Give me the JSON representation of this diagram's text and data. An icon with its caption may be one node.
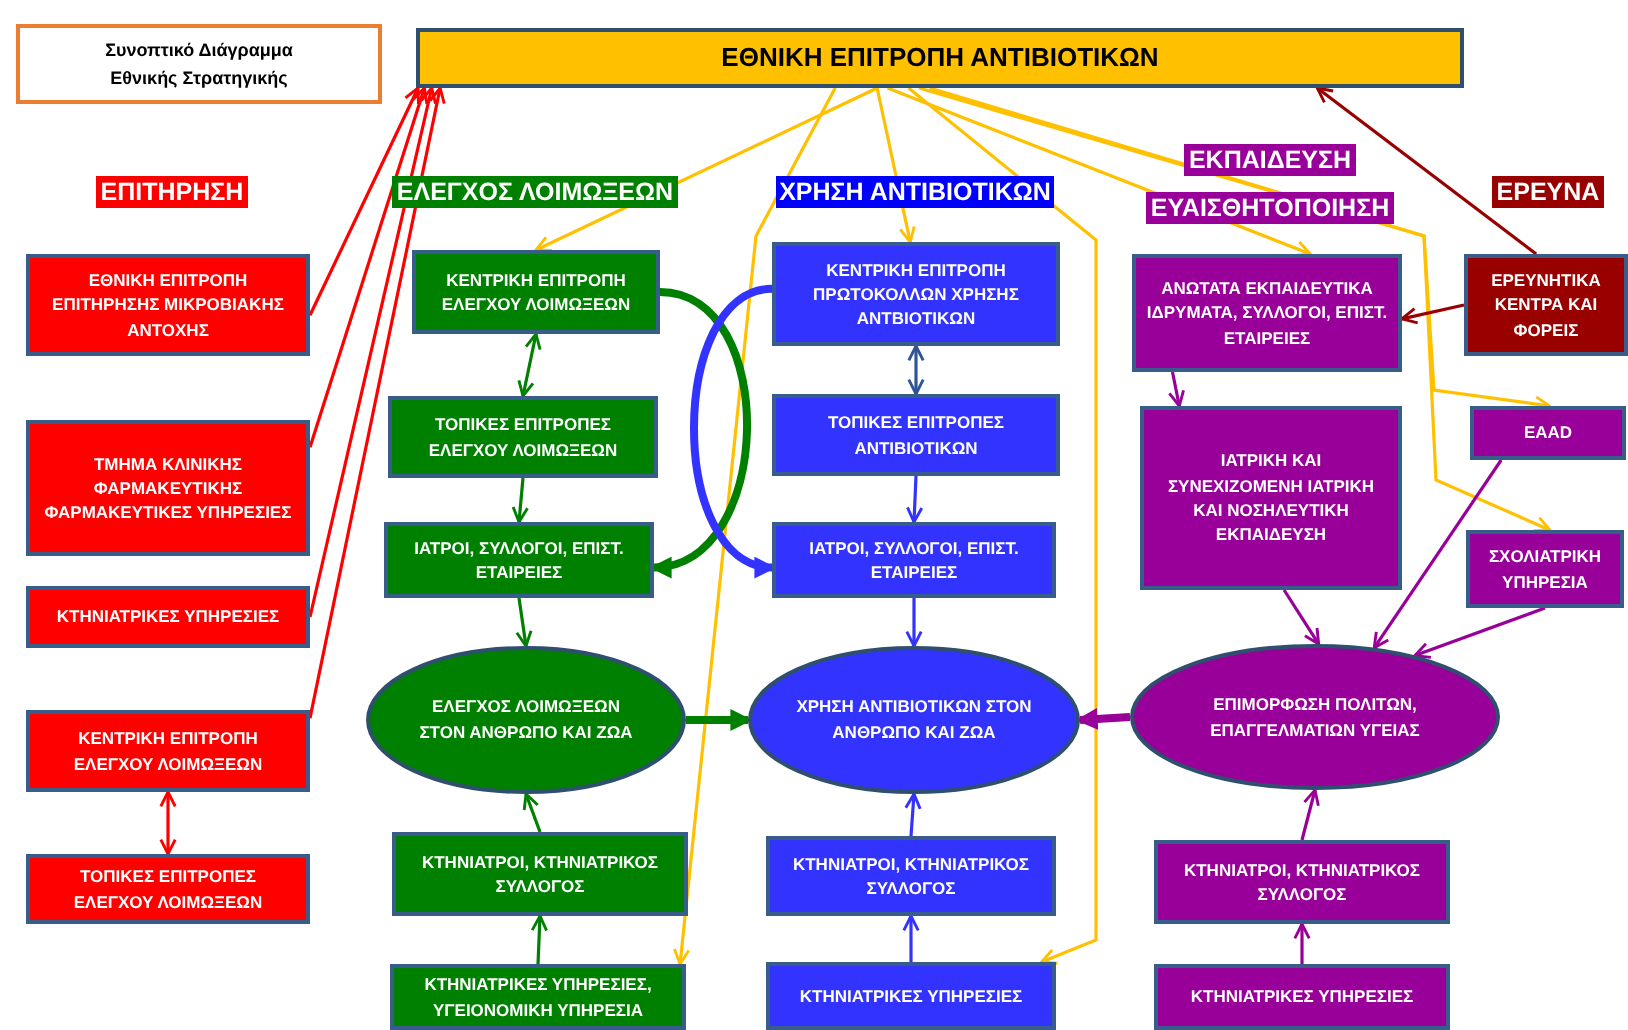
{
  "diagram": {
    "nodes": [
      {
        "text": [
          "Συνοπτικό Διάγραμμα Εθνικής Στρατηγικής"
        ]
      },
      {
        "text": [
          "ΕΘΝΙΚΗ ΕΠΙΤΡΟΠΗ ΑΝΤΙΒΙΟΤΙΚΩΝ"
        ]
      },
      {
        "text": [
          "ΕΘΝΙΚΗ ΕΠΙΤΡΟΠΗ ΕΠΙΤΗΡΗΣΗΣ ΜΙΚΡΟΒΙΑΚΗΣ ΑΝΤΟΧΗΣ"
        ]
      },
      {
        "text": [
          "ΤΜΗΜΑ ΚΛΙΝΙΚΗΣ ΦΑΡΜΑΚΕΥΤΙΚΗΣ ΦΑΡΜΑΚΕΥΤΙΚΕΣ ΥΠΗΡΕΣΙΕΣ"
        ]
      },
      {
        "text": [
          "ΚΤΗΝΙΑΤΡΙΚΕΣ ΥΠΗΡΕΣΙΕΣ"
        ]
      },
      {
        "text": [
          "ΚΕΝΤΡΙΚΗ ΕΠΙΤΡΟΠΗ ΕΛΕΓΧΟΥ ΛΟΙΜΩΞΕΩΝ"
        ]
      },
      {
        "text": [
          "ΤΟΠΙΚΕΣ ΕΠΙΤΡΟΠΕΣ ΕΛΕΓΧΟΥ ΛΟΙΜΩΞΕΩΝ"
        ]
      },
      {
        "text": [
          "ΚΕΝΤΡΙΚΗ ΕΠΙΤΡΟΠΗ ΕΛΕΓΧΟΥ ΛΟΙΜΩΞΕΩΝ"
        ]
      },
      {
        "text": [
          "ΤΟΠΙΚΕΣ ΕΠΙΤΡΟΠΕΣ ΕΛΕΓΧΟΥ ΛΟΙΜΩΞΕΩΝ"
        ]
      },
      {
        "text": [
          "ΙΑΤΡΟΙ, ΣΥΛΛΟΓΟΙ, ΕΠΙΣΤ. ΕΤΑΙΡΕΙΕΣ"
        ]
      },
      {
        "text": [
          "ΕΛΕΓΧΟΣ ΛΟΙΜΩΞΕΩΝ ΣΤΟΝ ΑΝΘΡΩΠΟ ΚΑΙ ΖΩΑ"
        ]
      },
      {
        "text": [
          "ΚΤΗΝΙΑΤΡΟΙ, ΚΤΗΝΙΑΤΡΙΚΟΣ ΣΥΛΛΟΓΟΣ"
        ]
      },
      {
        "text": [
          "ΚΤΗΝΙΑΤΡΙΚΕΣ ΥΠΗΡΕΣΙΕΣ, ΥΓΕΙΟΝΟΜΙΚΗ ΥΠΗΡΕΣΙΑ"
        ]
      },
      {
        "text": [
          "ΚΕΝΤΡΙΚΗ ΕΠΙΤΡΟΠΗ ΠΡΩΤΟΚΟΛΛΩΝ ΧΡΗΣΗΣ ΑΝΤΒΙΟΤΙΚΩΝ"
        ]
      },
      {
        "text": [
          "ΤΟΠΙΚΕΣ ΕΠΙΤΡΟΠΕΣ ΑΝΤΙΒΙΟΤΙΚΩΝ"
        ]
      },
      {
        "text": [
          "ΙΑΤΡΟΙ, ΣΥΛΛΟΓΟΙ, ΕΠΙΣΤ. ΕΤΑΙΡΕΙΕΣ"
        ]
      },
      {
        "text": [
          "ΧΡΗΣΗ ΑΝΤΙΒΙΟΤΙΚΩΝ ΣΤΟΝ ΑΝΘΡΩΠΟ ΚΑΙ ΖΩΑ"
        ]
      },
      {
        "text": [
          "ΚΤΗΝΙΑΤΡΟΙ, ΚΤΗΝΙΑΤΡΙΚΟΣ ΣΥΛΛΟΓΟΣ"
        ]
      },
      {
        "text": [
          "ΚΤΗΝΙΑΤΡΙΚΕΣ ΥΠΗΡΕΣΙΕΣ"
        ]
      },
      {
        "text": [
          "ΑΝΩΤΑΤΑ ΕΚΠΑΙΔΕΥΤΙΚΑ ΙΔΡΥΜΑΤΑ, ΣΥΛΛΟΓΟΙ, ΕΠΙΣΤ. ΕΤΑΙΡΕΙΕΣ"
        ]
      },
      {
        "text": [
          "ΙΑΤΡΙΚΗ ΚΑΙ ΣΥΝΕΧΙΖΟΜΕΝΗ ΙΑΤΡΙΚΗ ΚΑΙ ΝΟΣΗΛΕΥΤΙΚΗ ΕΚΠΑΙΔΕΥΣΗ"
        ]
      },
      {
        "text": [
          "ΕΑΑD"
        ]
      },
      {
        "text": [
          "ΣΧΟΛΙΑΤΡΙΚΗ ΥΠΗΡΕΣΙΑ"
        ]
      },
      {
        "text": [
          "ΕΠΙΜΟΡΦΩΣΗ ΠΟΛΙΤΩΝ, ΕΠΑΓΓΕΛΜΑΤΙΩΝ ΥΓΕΙΑΣ"
        ]
      },
      {
        "text": [
          "ΚΤΗΝΙΑΤΡΟΙ, ΚΤΗΝΙΑΤΡΙΚΟΣ ΣΥΛΛΟΓΟΣ"
        ]
      },
      {
        "text": [
          "ΚΤΗΝΙΑΤΡΙΚΕΣ ΥΠΗΡΕΣΙΕΣ"
        ]
      },
      {
        "text": [
          "ΕΡΕΥΝΗΤΙΚΑ ΚΕΝΤΡΑ ΚΑΙ ΦΟΡΕΙΣ"
        ]
      }
    ],
    "edges": [
      {
        "from": 2,
        "to": 1,
        "arrow": "to",
        "color": "#ff0000"
      },
      {
        "from": 3,
        "to": 1,
        "arrow": "to",
        "color": "#ff0000"
      },
      {
        "from": 4,
        "to": 1,
        "arrow": "to",
        "color": "#ff0000"
      },
      {
        "from": 5,
        "to": 1,
        "arrow": "to",
        "color": "#ff0000"
      },
      {
        "from": 5,
        "to": 6,
        "arrow": "both",
        "color": "#ff0000"
      },
      {
        "from": 1,
        "to": 7,
        "arrow": "to",
        "color": "#ffc000"
      },
      {
        "from": 1,
        "to": 13,
        "arrow": "to",
        "color": "#ffc000"
      },
      {
        "from": 1,
        "to": 12,
        "arrow": "to",
        "color": "#ffc000"
      },
      {
        "from": 1,
        "to": 18,
        "arrow": "to",
        "color": "#ffc000"
      },
      {
        "from": 1,
        "to": 19,
        "arrow": "to",
        "color": "#ffc000"
      },
      {
        "from": 1,
        "to": 21,
        "arrow": "to",
        "color": "#ffc000"
      },
      {
        "from": 1,
        "to": 22,
        "arrow": "to",
        "color": "#ffc000"
      },
      {
        "from": 7,
        "to": 8,
        "arrow": "both",
        "color": "#008000"
      },
      {
        "from": 8,
        "to": 9,
        "arrow": "to",
        "color": "#008000"
      },
      {
        "from": 7,
        "to": 9,
        "arrow": "to",
        "style": "thick",
        "color": "#008000"
      },
      {
        "from": 9,
        "to": 10,
        "arrow": "to",
        "color": "#008000"
      },
      {
        "from": 11,
        "to": 10,
        "arrow": "to",
        "color": "#008000"
      },
      {
        "from": 12,
        "to": 11,
        "arrow": "to",
        "color": "#008000"
      },
      {
        "from": 10,
        "to": 16,
        "arrow": "to",
        "style": "thick",
        "color": "#008000"
      },
      {
        "from": 13,
        "to": 14,
        "arrow": "both",
        "color": "#2f5597"
      },
      {
        "from": 14,
        "to": 15,
        "arrow": "to",
        "color": "#3333ff"
      },
      {
        "from": 13,
        "to": 15,
        "arrow": "to",
        "style": "thick",
        "color": "#3333ff"
      },
      {
        "from": 15,
        "to": 16,
        "arrow": "to",
        "color": "#3333ff"
      },
      {
        "from": 17,
        "to": 16,
        "arrow": "to",
        "color": "#3333ff"
      },
      {
        "from": 18,
        "to": 17,
        "arrow": "to",
        "color": "#3333ff"
      },
      {
        "from": 19,
        "to": 20,
        "arrow": "to",
        "color": "#990099"
      },
      {
        "from": 20,
        "to": 23,
        "arrow": "to",
        "color": "#990099"
      },
      {
        "from": 21,
        "to": 23,
        "arrow": "to",
        "color": "#990099"
      },
      {
        "from": 22,
        "to": 23,
        "arrow": "to",
        "color": "#990099"
      },
      {
        "from": 24,
        "to": 23,
        "arrow": "to",
        "color": "#990099"
      },
      {
        "from": 25,
        "to": 24,
        "arrow": "to",
        "color": "#990099"
      },
      {
        "from": 23,
        "to": 16,
        "arrow": "to",
        "style": "thick",
        "color": "#990099"
      },
      {
        "from": 26,
        "to": 1,
        "arrow": "to",
        "color": "#990000"
      },
      {
        "from": 26,
        "to": 19,
        "arrow": "to",
        "color": "#990000"
      }
    ],
    "labels": [
      "ΕΠΙΤΗΡΗΣΗ",
      "ΕΛΕΓΧΟΣ ΛΟΙΜΩΞΕΩΝ",
      "ΧΡΗΣΗ ΑΝΤΙΒΙΟΤΙΚΩΝ",
      "ΕΚΠΑΙΔΕΥΣΗ ΕΥΑΙΣΘΗΤΟΠΟΙΗΣΗ",
      "ΕΡΕΥΝΑ"
    ]
  }
}
